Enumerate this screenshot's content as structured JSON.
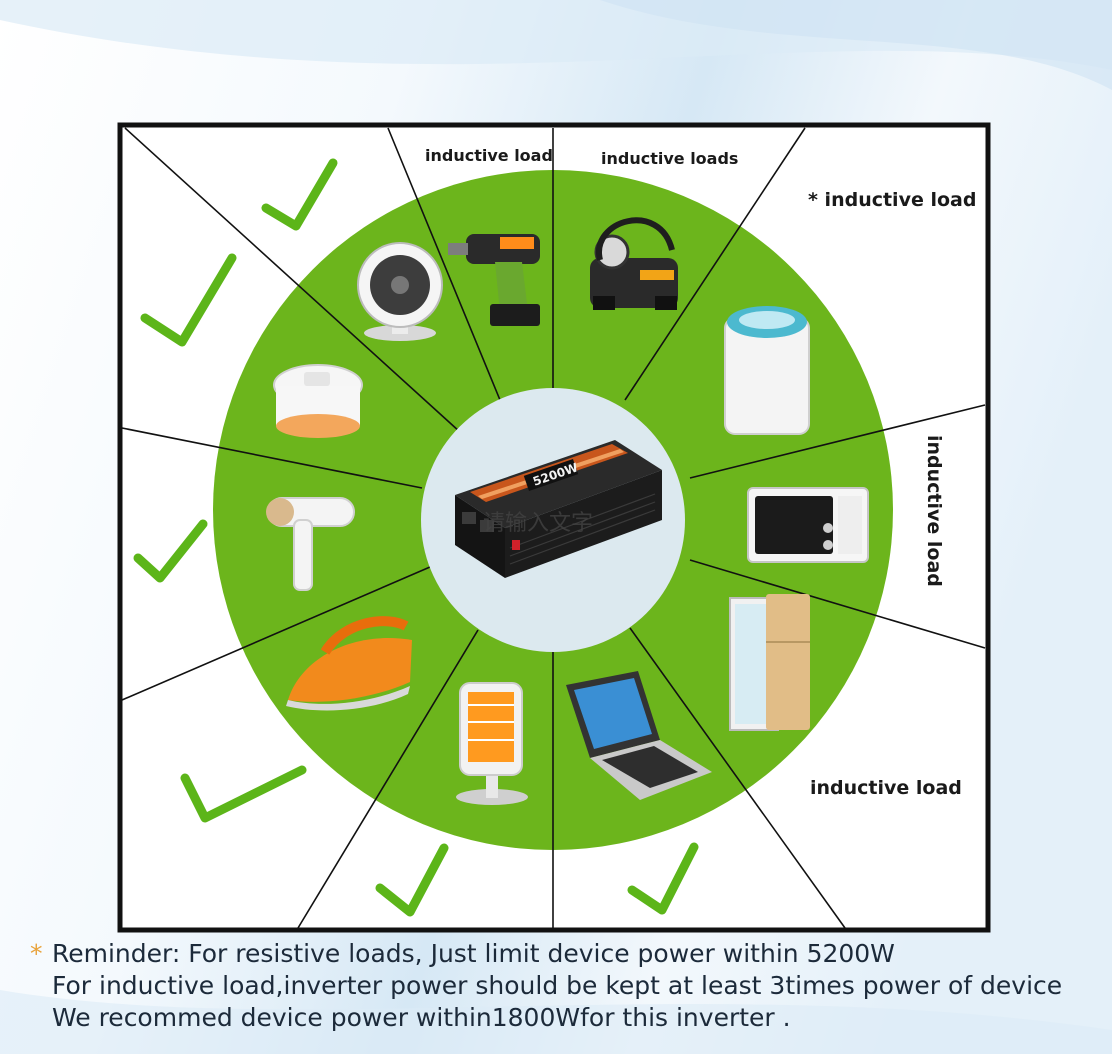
{
  "colors": {
    "wheel_green": "#6cb51c",
    "hub_fill": "#dce9ef",
    "check_green": "#5cb519",
    "frame": "#111111",
    "star_orange": "#e8a23a",
    "background_tint": "#dbeaf6"
  },
  "labels": {
    "drill": "inductive load",
    "pump": "inductive loads",
    "washer": "* inductive load",
    "microwave": "inductive load",
    "fridge": "inductive load"
  },
  "inverter": {
    "wattage_text": "5200W",
    "overlay_text": "请输入文字"
  },
  "devices": [
    {
      "name": "desk-fan",
      "icon": "fan-icon"
    },
    {
      "name": "cordless-drill",
      "icon": "drill-icon"
    },
    {
      "name": "air-compressor",
      "icon": "compressor-icon"
    },
    {
      "name": "washing-machine",
      "icon": "washer-icon"
    },
    {
      "name": "microwave",
      "icon": "microwave-icon"
    },
    {
      "name": "refrigerator",
      "icon": "fridge-icon"
    },
    {
      "name": "laptop",
      "icon": "laptop-icon"
    },
    {
      "name": "heater",
      "icon": "heater-icon"
    },
    {
      "name": "steam-iron",
      "icon": "iron-icon"
    },
    {
      "name": "hair-dryer",
      "icon": "hairdryer-icon"
    },
    {
      "name": "rice-cooker",
      "icon": "ricecooker-icon"
    }
  ],
  "reminder": {
    "star": "*",
    "line1_text": "Reminder: For resistive loads, Just limit device power within ",
    "line1_value": "5200W",
    "line2_text": "For inductive load,inverter power should be kept at least 3times power of device",
    "line3_text_a": "We recommed device power within",
    "line3_value": "1800W",
    "line3_text_b": "for this inverter ."
  }
}
